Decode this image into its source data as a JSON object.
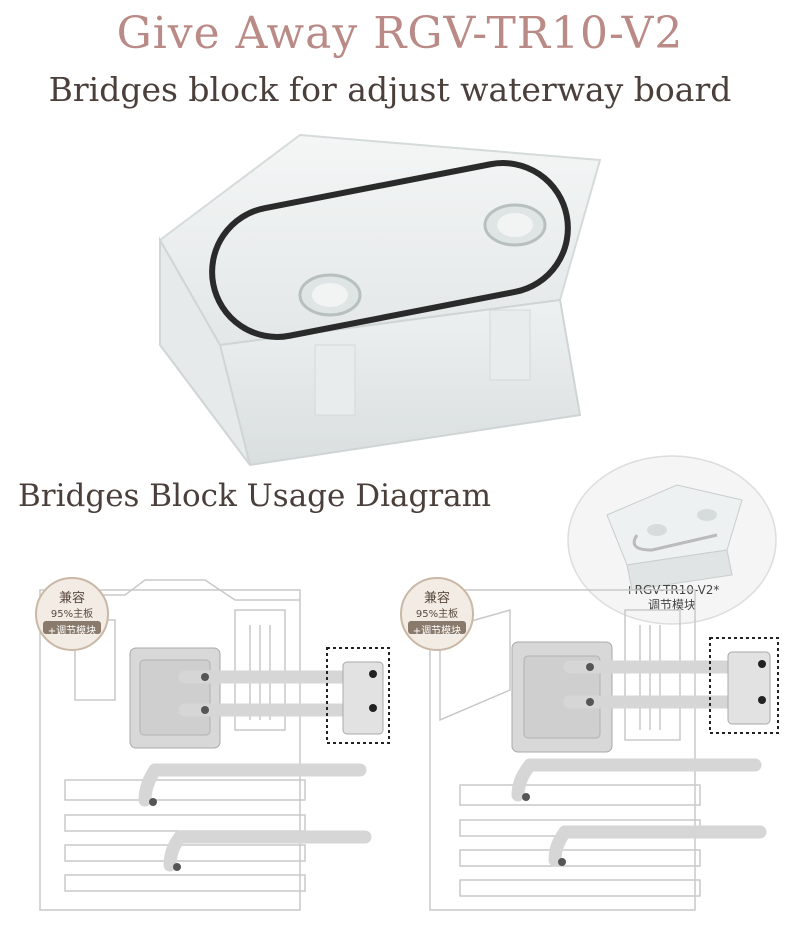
{
  "header": {
    "title": "Give Away RGV-TR10-V2",
    "subtitle": "Bridges block for adjust waterway board"
  },
  "section": {
    "label": "Bridges Block Usage Diagram"
  },
  "badges": [
    {
      "line1": "兼容",
      "line2": "95%主板",
      "line3": "+调节模块"
    },
    {
      "line1": "兼容",
      "line2": "95%主板",
      "line3": "+调节模块"
    }
  ],
  "inset": {
    "caption_line1": "+RGV-TR10-V2*",
    "caption_line2": "调节模块"
  },
  "colors": {
    "title": "#b98a86",
    "text": "#4a3f3a",
    "tube": "#d9d9d9",
    "dotted_box": "#222222"
  }
}
